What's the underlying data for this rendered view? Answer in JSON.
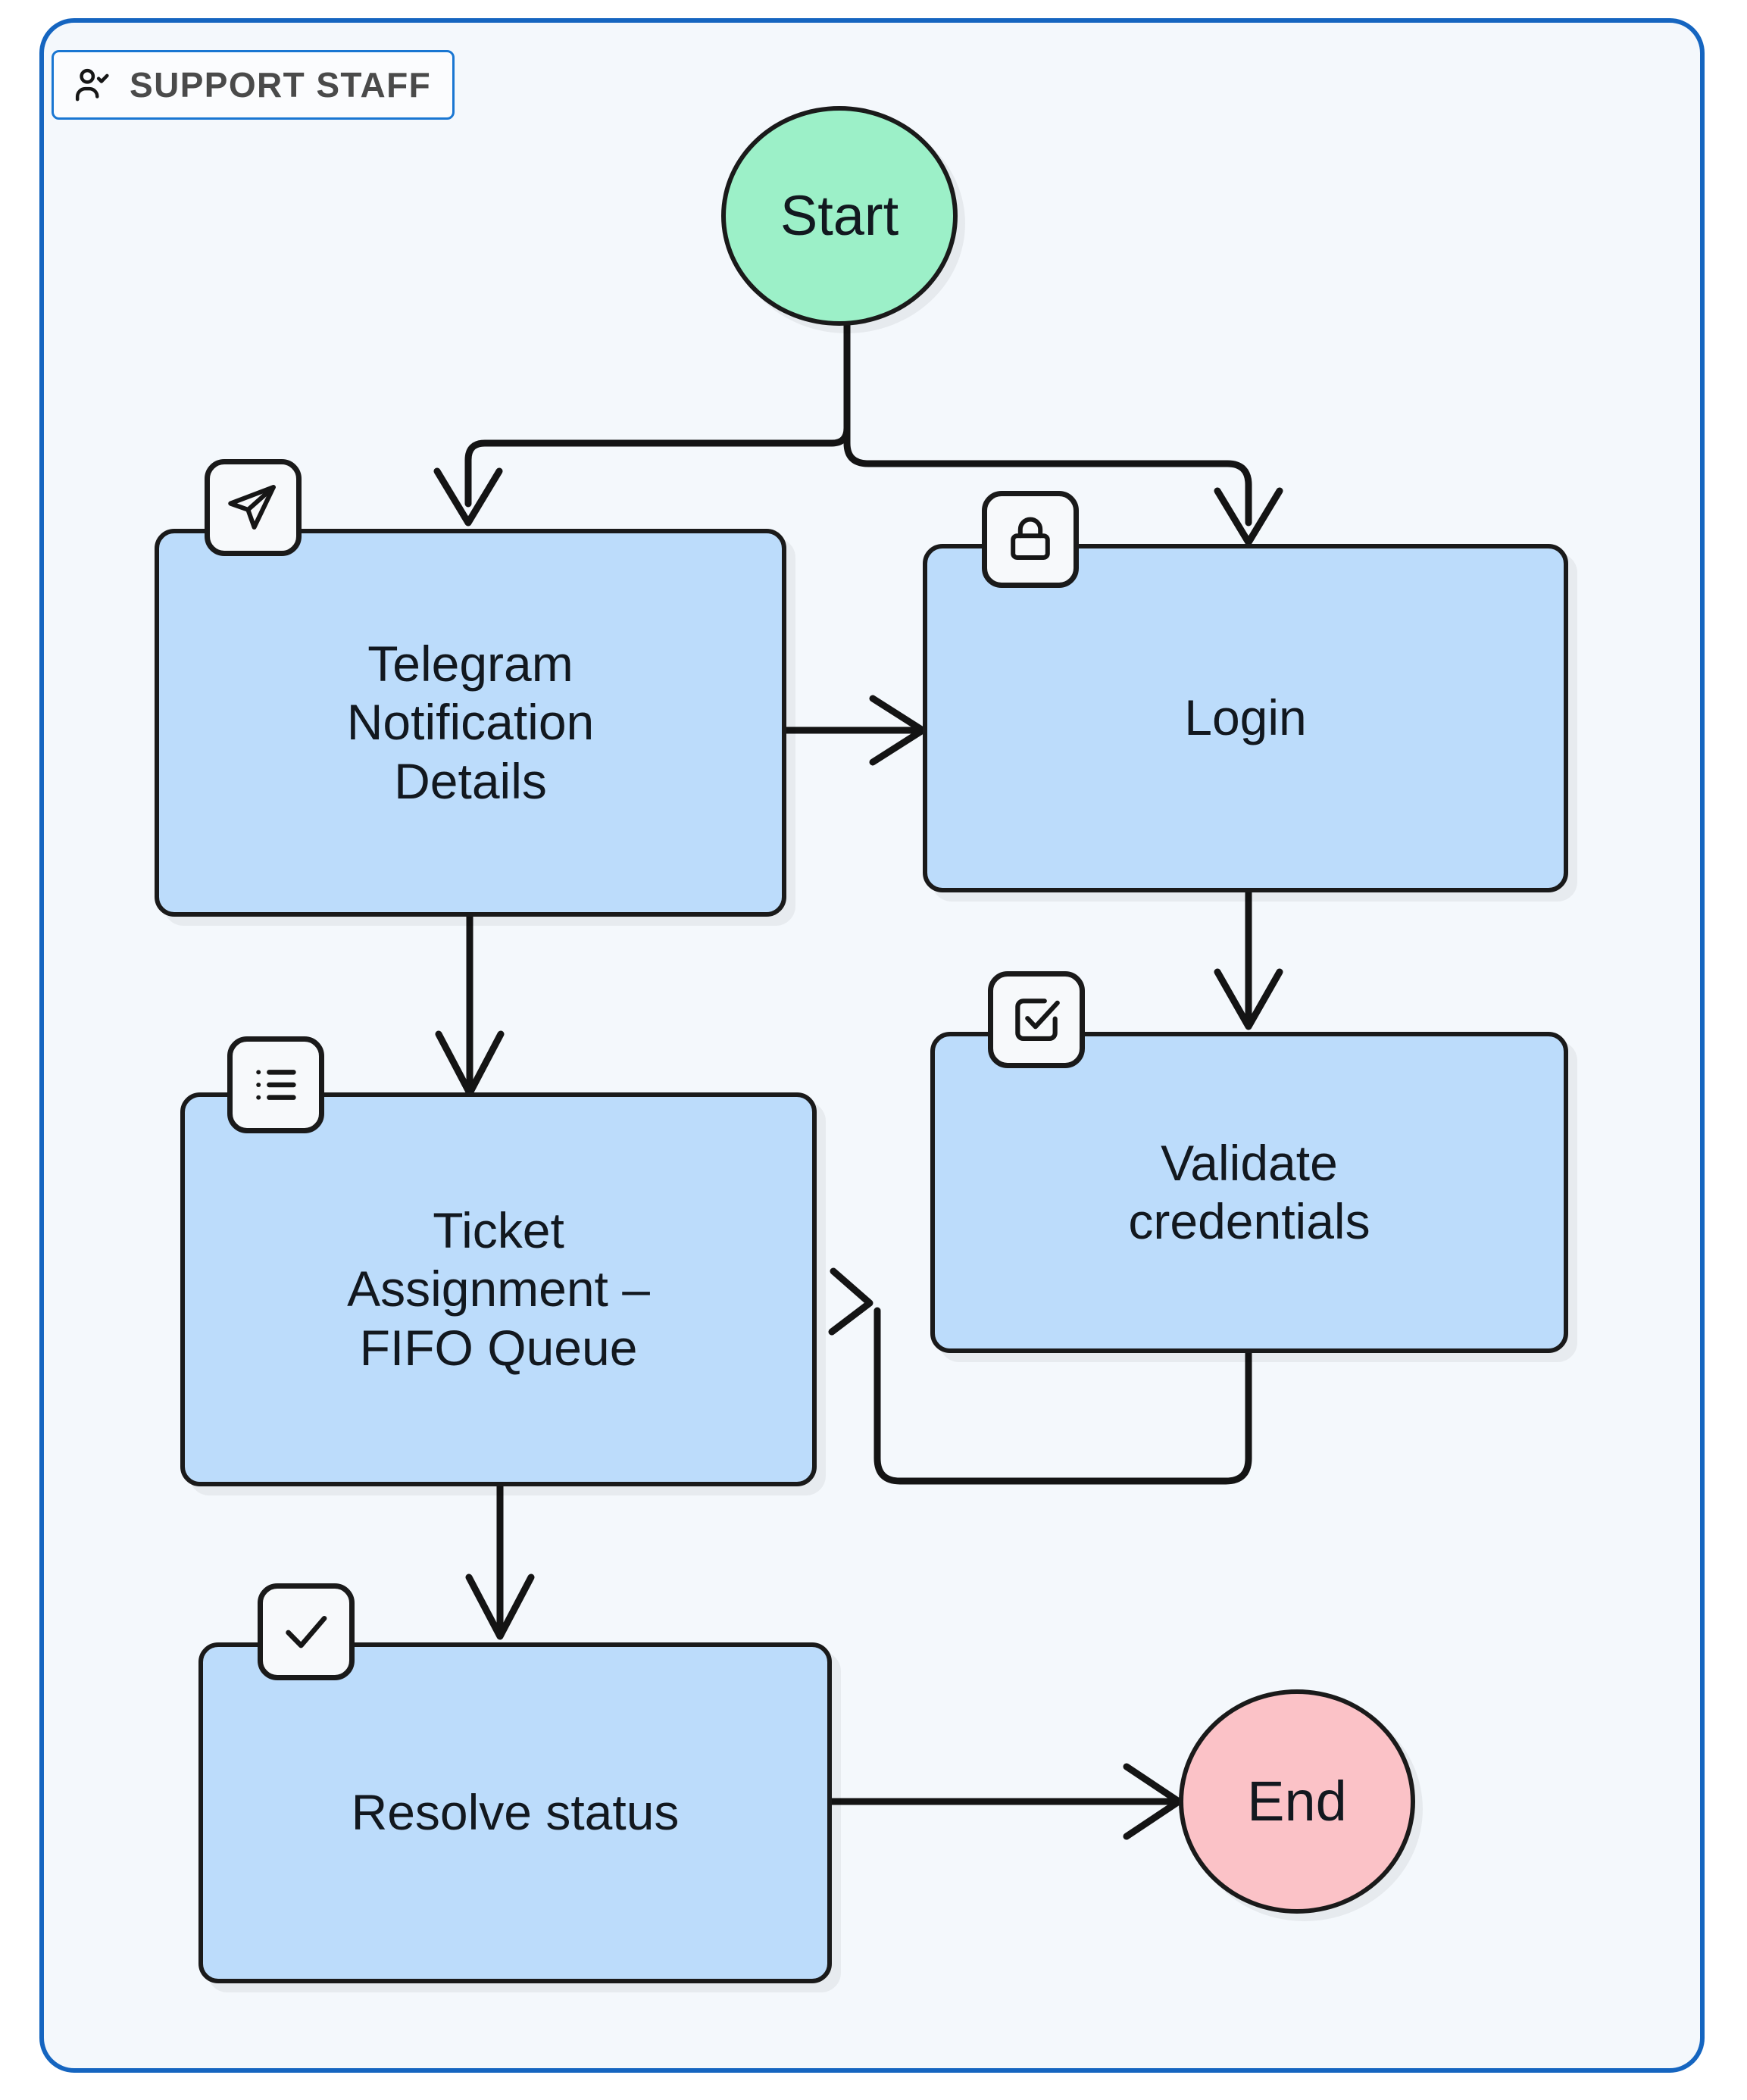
{
  "lane": {
    "label": "SUPPORT STAFF",
    "icon": "user-check-icon",
    "border_color": "#1565c0",
    "background_color": "#f4f8fc"
  },
  "theme": {
    "process_fill": "#bcdcfb",
    "start_fill": "#9cf0c8",
    "end_fill": "#fbc2c7",
    "stroke": "#1a1a1a",
    "text": "#12181f"
  },
  "diagram": {
    "type": "flowchart",
    "direction": "top-down",
    "nodes": [
      {
        "id": "start",
        "label": "Start",
        "shape": "circle",
        "fill": "#9cf0c8",
        "icon": null
      },
      {
        "id": "telegram",
        "label": "Telegram\nNotification\nDetails",
        "shape": "rounded-rect",
        "fill": "#bcdcfb",
        "icon": "send-icon"
      },
      {
        "id": "login",
        "label": "Login",
        "shape": "rounded-rect",
        "fill": "#bcdcfb",
        "icon": "lock-icon"
      },
      {
        "id": "validate",
        "label": "Validate\ncredentials",
        "shape": "rounded-rect",
        "fill": "#bcdcfb",
        "icon": "checkbox-check-icon"
      },
      {
        "id": "ticket",
        "label": "Ticket\nAssignment –\nFIFO Queue",
        "shape": "rounded-rect",
        "fill": "#bcdcfb",
        "icon": "bullet-list-icon"
      },
      {
        "id": "resolve",
        "label": "Resolve status",
        "shape": "rounded-rect",
        "fill": "#bcdcfb",
        "icon": "check-icon"
      },
      {
        "id": "end",
        "label": "End",
        "shape": "circle",
        "fill": "#fbc2c7",
        "icon": null
      }
    ],
    "edges": [
      {
        "from": "start",
        "to": "telegram",
        "label": ""
      },
      {
        "from": "start",
        "to": "login",
        "label": ""
      },
      {
        "from": "telegram",
        "to": "login",
        "label": ""
      },
      {
        "from": "telegram",
        "to": "ticket",
        "label": ""
      },
      {
        "from": "login",
        "to": "validate",
        "label": ""
      },
      {
        "from": "validate",
        "to": "ticket",
        "label": ""
      },
      {
        "from": "ticket",
        "to": "resolve",
        "label": ""
      },
      {
        "from": "resolve",
        "to": "end",
        "label": ""
      }
    ]
  }
}
